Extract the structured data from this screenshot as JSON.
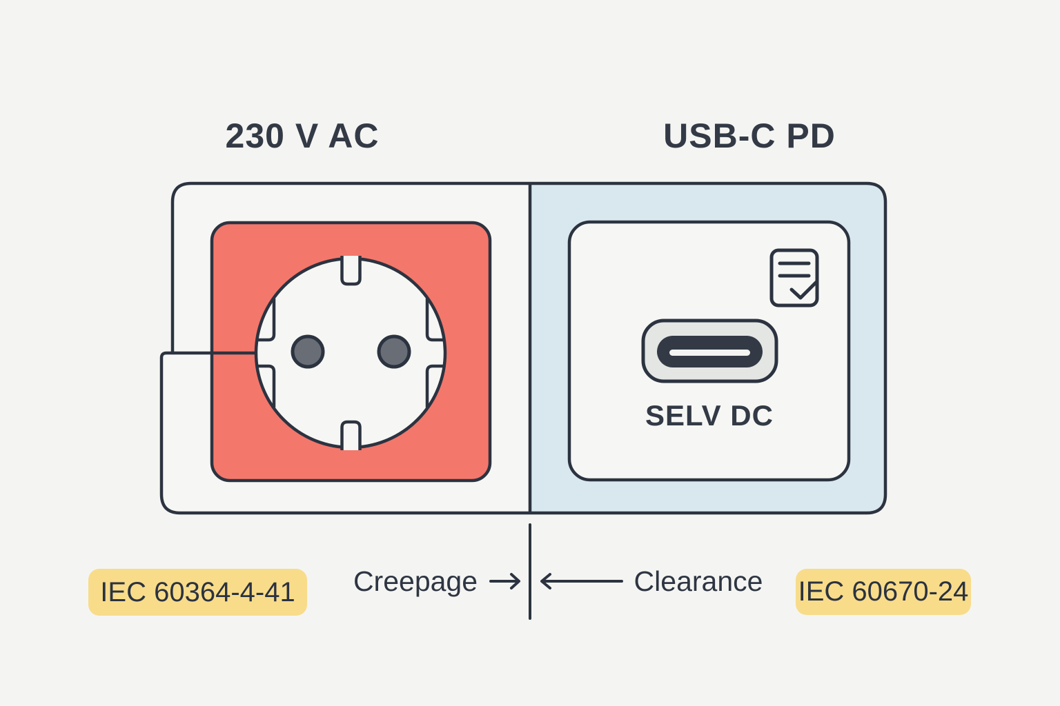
{
  "titles": {
    "left": "230 V AC",
    "right": "USB-C PD"
  },
  "labels": {
    "selv_dc": "SELV DC",
    "creepage": "Creepage",
    "clearance": "Clearance"
  },
  "badges": {
    "left": "IEC 60364-4-41",
    "right": "IEC 60670-24"
  },
  "icons": {
    "socket": "schuko-socket-icon",
    "port": "usb-c-port-icon",
    "checklist": "checklist-icon",
    "creepage_arrow": "arrow-right-icon",
    "clearance_arrow": "arrow-left-icon"
  },
  "colors": {
    "background": "#f4f5f2",
    "outline": "#2c3340",
    "panel": "#f6f7f4",
    "selv_blue": "#d9e7ee",
    "socket_red": "#f4776b",
    "pin_gray": "#696e76",
    "port_gray": "#e4e6e4",
    "port_dark": "#333a45",
    "slot_white": "#f4f5f3",
    "badge_yellow": "#f8dc8a",
    "text": "#333a46"
  }
}
